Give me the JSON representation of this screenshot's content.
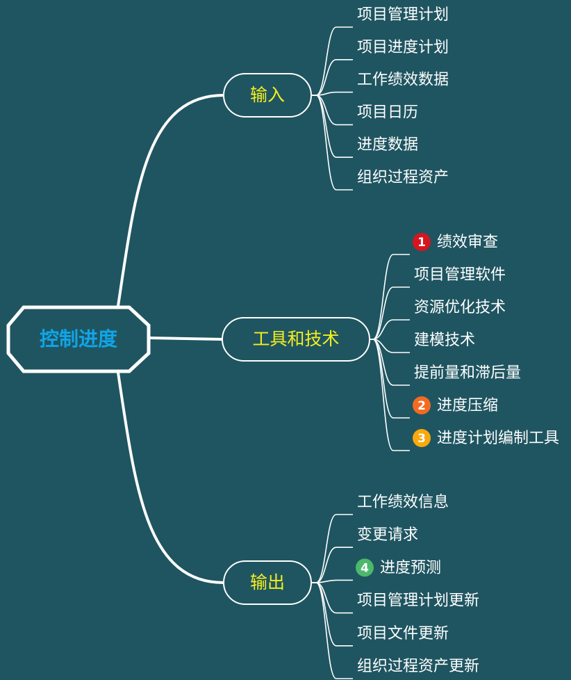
{
  "root": {
    "label": "控制进度",
    "color": "#10a5e6"
  },
  "colors": {
    "background": "#1f5561",
    "line": "#ffffff",
    "category_text": "#f5ee1f",
    "leaf_text": "#ffffff"
  },
  "categories": [
    {
      "label": "输入",
      "items": [
        {
          "label": "项目管理计划"
        },
        {
          "label": "项目进度计划"
        },
        {
          "label": "工作绩效数据"
        },
        {
          "label": "项目日历"
        },
        {
          "label": "进度数据"
        },
        {
          "label": "组织过程资产"
        }
      ]
    },
    {
      "label": "工具和技术",
      "items": [
        {
          "label": "绩效审查",
          "badge": {
            "number": "1",
            "color": "#d7151e"
          }
        },
        {
          "label": "项目管理软件"
        },
        {
          "label": "资源优化技术"
        },
        {
          "label": "建模技术"
        },
        {
          "label": "提前量和滞后量"
        },
        {
          "label": "进度压缩",
          "badge": {
            "number": "2",
            "color": "#f26b21"
          }
        },
        {
          "label": "进度计划编制工具",
          "badge": {
            "number": "3",
            "color": "#f9a90d"
          }
        }
      ]
    },
    {
      "label": "输出",
      "items": [
        {
          "label": "工作绩效信息"
        },
        {
          "label": "变更请求"
        },
        {
          "label": "进度预测",
          "badge": {
            "number": "4",
            "color": "#4cb86b"
          }
        },
        {
          "label": "项目管理计划更新"
        },
        {
          "label": "项目文件更新"
        },
        {
          "label": "组织过程资产更新"
        }
      ]
    }
  ]
}
